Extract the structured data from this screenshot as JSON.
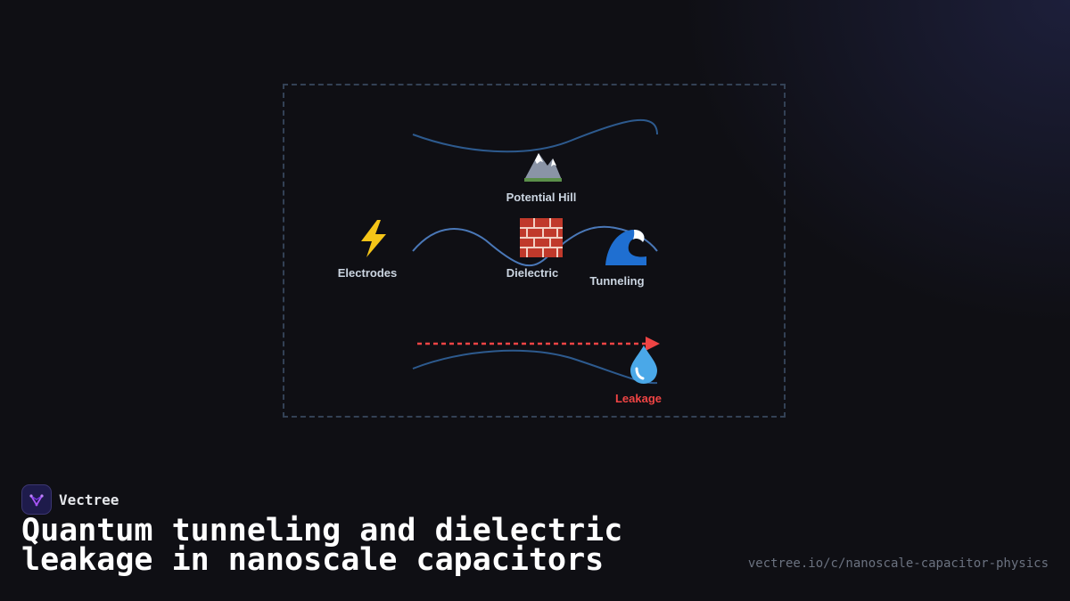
{
  "diagram": {
    "nodes": {
      "potential_hill": {
        "label": "Potential Hill",
        "icon": "mountain-icon"
      },
      "electrodes": {
        "label": "Electrodes",
        "icon": "lightning-icon"
      },
      "dielectric": {
        "label": "Dielectric",
        "icon": "brick-icon"
      },
      "tunneling": {
        "label": "Tunneling",
        "icon": "wave-icon"
      },
      "leakage": {
        "label": "Leakage",
        "icon": "droplet-icon"
      }
    },
    "colors": {
      "wave": "#4a78b8",
      "leakage": "#ef4444",
      "frame": "#334155"
    }
  },
  "footer": {
    "brand": "Vectree",
    "title": "Quantum tunneling and dielectric leakage in nanoscale capacitors",
    "url": "vectree.io/c/nanoscale-capacitor-physics"
  }
}
